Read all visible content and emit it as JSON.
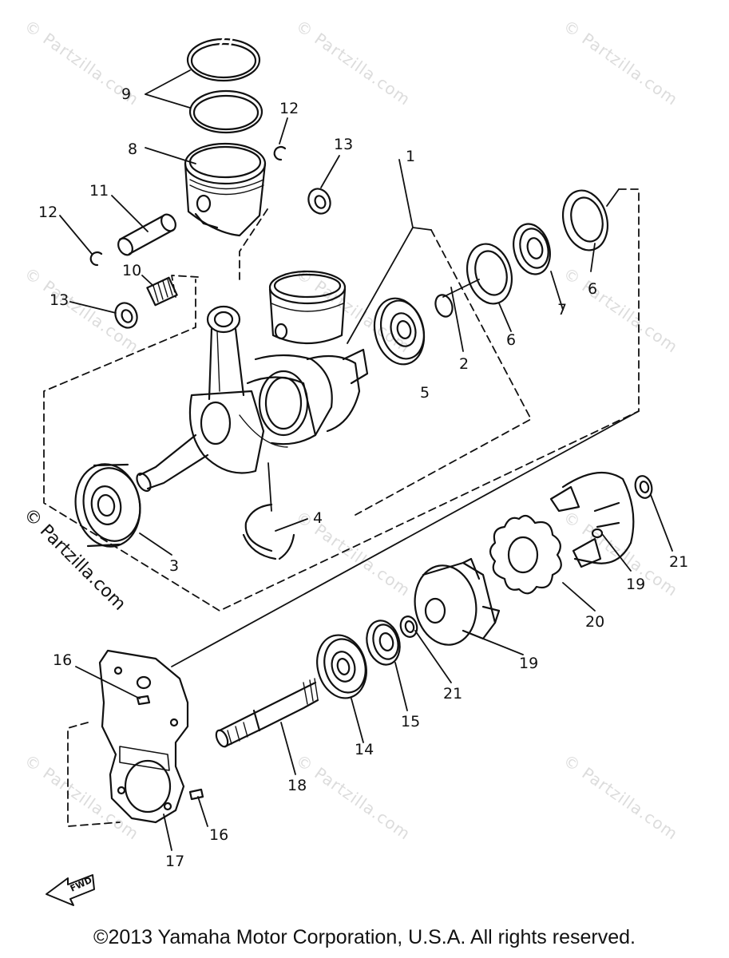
{
  "watermark": "© Partzilla.com",
  "side_watermark": "© Partzilla.com",
  "copyright": "©2013 Yamaha Motor Corporation, U.S.A. All rights reserved.",
  "fwd_label": "FWD",
  "callouts": {
    "p1": "1",
    "p2": "2",
    "p3": "3",
    "p4": "4",
    "p5": "5",
    "p6a": "6",
    "p6b": "6",
    "p7": "7",
    "p8": "8",
    "p9": "9",
    "p10": "10",
    "p11": "11",
    "p12a": "12",
    "p12b": "12",
    "p13a": "13",
    "p13b": "13",
    "p14": "14",
    "p15": "15",
    "p16a": "16",
    "p16b": "16",
    "p17": "17",
    "p18": "18",
    "p19a": "19",
    "p19b": "19",
    "p20": "20",
    "p21a": "21",
    "p21b": "21"
  }
}
